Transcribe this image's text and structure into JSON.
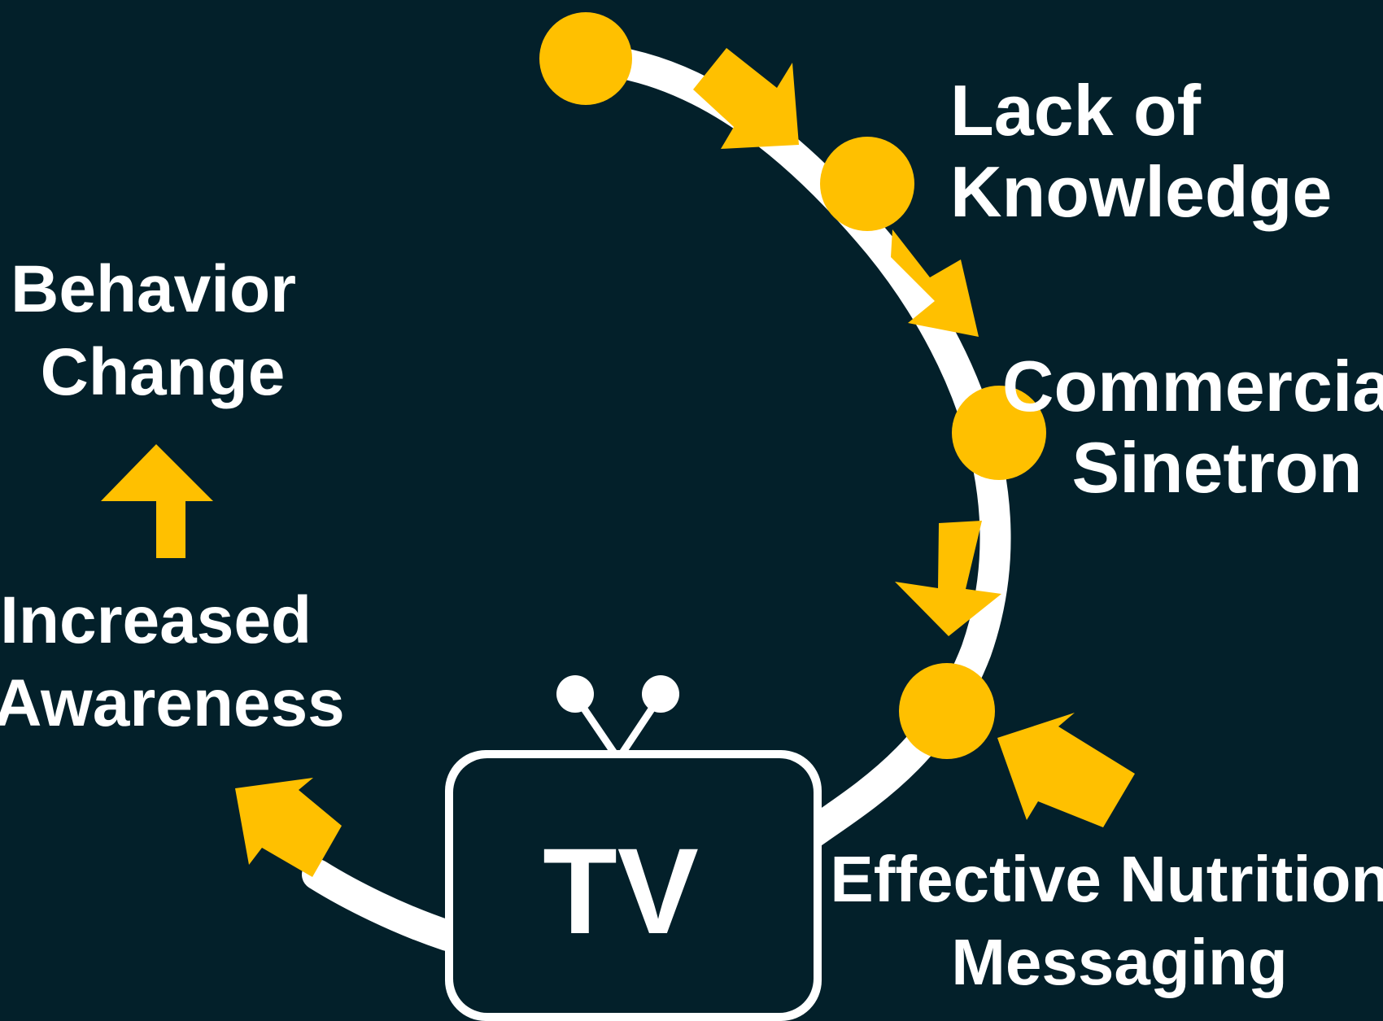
{
  "colors": {
    "background": "#03202a",
    "accent": "#ffc000",
    "line": "#ffffff"
  },
  "tv": {
    "label": "TV"
  },
  "nodes": [
    {
      "id": "node-1",
      "label_lines": []
    },
    {
      "id": "node-2",
      "label_lines": [
        "Lack of",
        "Knowledge"
      ]
    },
    {
      "id": "node-3",
      "label_lines": [
        "Commercial",
        "Sinetron"
      ]
    },
    {
      "id": "node-4",
      "label_lines": [
        "Effective Nutrition",
        "Messaging"
      ]
    }
  ],
  "outcomes": {
    "awareness_lines": [
      "Increased",
      "Awareness"
    ],
    "behavior_lines": [
      "Behavior",
      "Change"
    ]
  }
}
